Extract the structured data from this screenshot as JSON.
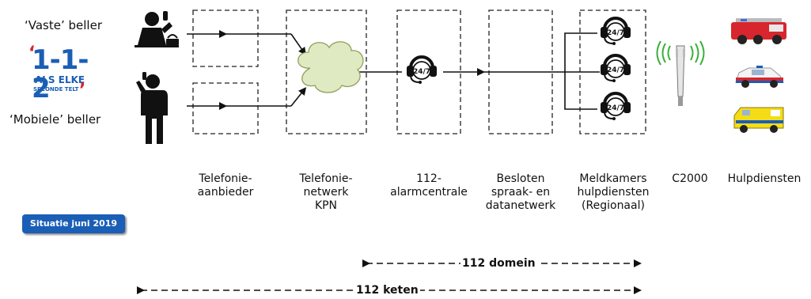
{
  "callers": {
    "fixed": "‘Vaste’ beller",
    "mobile": "‘Mobiele’ beller"
  },
  "logo": {
    "number": "1-1-2",
    "line1": "ALS ELKE",
    "line2": "SECONDE TELT",
    "quote_open": "‘",
    "quote_close": "’"
  },
  "headset_text": "24/7",
  "stages": {
    "provider": "Telefonie-\naanbieder",
    "network": "Telefonie-\nnetwerk\nKPN",
    "alarm": "112-\nalarmcentrale",
    "closed": "Besloten\nspraak- en\ndatanetwerk",
    "dispatch": "Meldkamers\nhulpdiensten\n(Regionaal)",
    "c2000": "C2000",
    "services": "Hulpdiensten"
  },
  "badge": "Situatie juni 2019",
  "ranges": {
    "domain": "112 domein",
    "chain": "112 keten"
  },
  "colors": {
    "blue": "#1a5eb6",
    "red": "#d8262e",
    "cloud": "#dfe9c2",
    "green": "#3ab03a",
    "yellow": "#f4dc16"
  },
  "icons": [
    "person-phone-icon",
    "mobile-person-icon",
    "cloud-icon",
    "headset-icon",
    "antenna-icon",
    "fire-truck-icon",
    "police-car-icon",
    "ambulance-icon"
  ]
}
